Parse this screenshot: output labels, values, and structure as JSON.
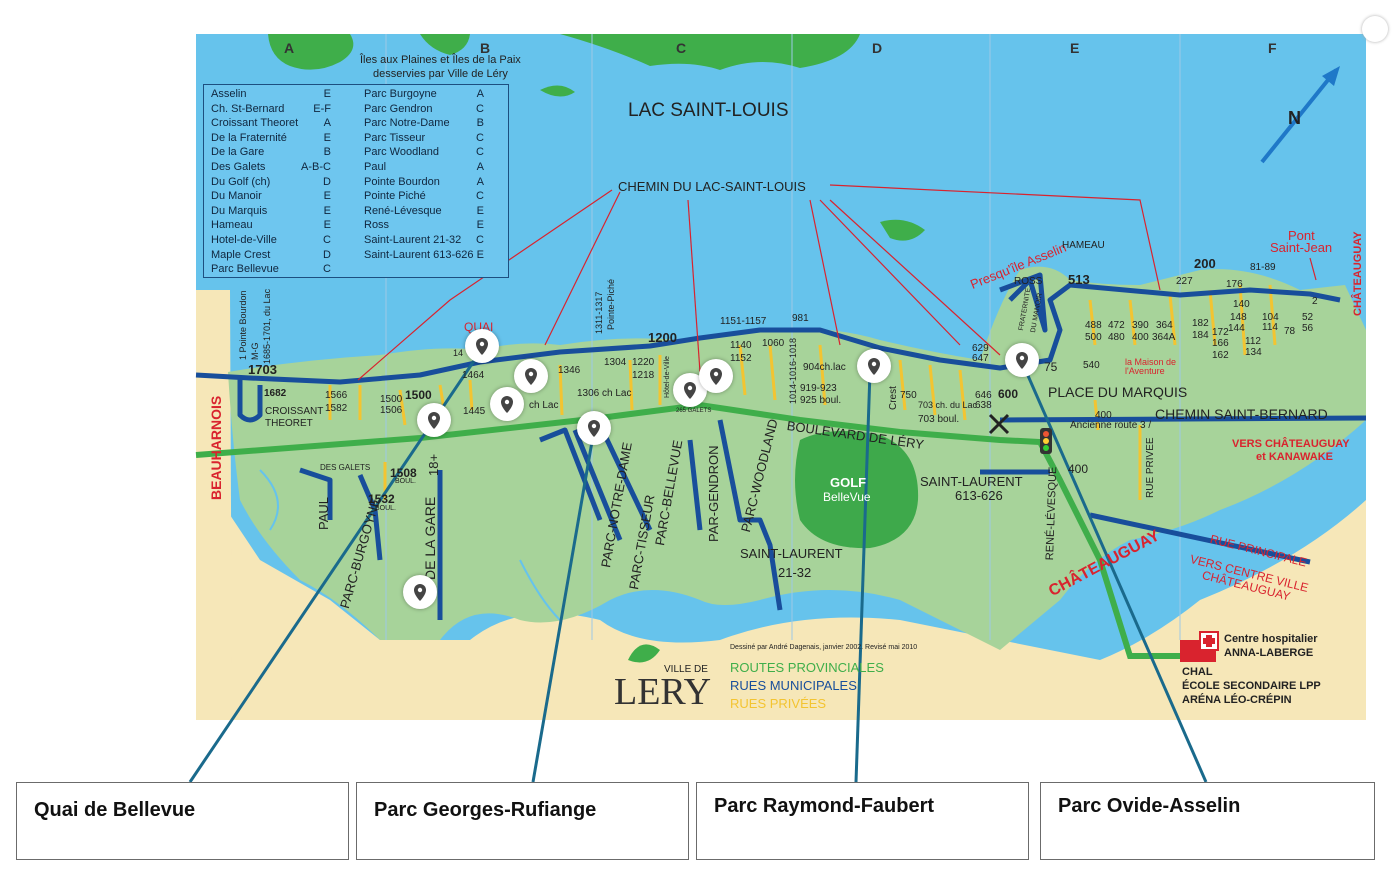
{
  "map": {
    "lake_name": "LAC SAINT-LOUIS",
    "islands_note": [
      "Îles aux Plaines et Îles de la Paix",
      "desservies par Ville de Léry"
    ],
    "chemin_lac": "CHEMIN DU LAC-SAINT-LOUIS",
    "north": "N",
    "columns": [
      "A",
      "B",
      "C",
      "D",
      "E",
      "F"
    ],
    "index_left": [
      [
        "Asselin",
        "E"
      ],
      [
        "Ch. St-Bernard",
        "E-F"
      ],
      [
        "Croissant Theoret",
        "A"
      ],
      [
        "De la Fraternité",
        "E"
      ],
      [
        "De la Gare",
        "B"
      ],
      [
        "Des Galets",
        "A-B-C"
      ],
      [
        "Du Golf (ch)",
        "D"
      ],
      [
        "Du Manoir",
        "E"
      ],
      [
        "Du Marquis",
        "E"
      ],
      [
        "Hameau",
        "E"
      ],
      [
        "Hotel-de-Ville",
        "C"
      ],
      [
        "Maple Crest",
        "D"
      ],
      [
        "Parc Bellevue",
        "C"
      ]
    ],
    "index_right": [
      [
        "Parc Burgoyne",
        "A"
      ],
      [
        "Parc Gendron",
        "C"
      ],
      [
        "Parc Notre-Dame",
        "B"
      ],
      [
        "Parc Tisseur",
        "C"
      ],
      [
        "Parc Woodland",
        "C"
      ],
      [
        "Paul",
        "A"
      ],
      [
        "Pointe Bourdon",
        "A"
      ],
      [
        "Pointe Piché",
        "C"
      ],
      [
        "René-Lévesque",
        "E"
      ],
      [
        "Ross",
        "E"
      ],
      [
        "Saint-Laurent 21-32",
        "C"
      ],
      [
        "Saint-Laurent 613-626",
        "E"
      ]
    ],
    "labels": {
      "beauharnois": "BEAUHARNOIS",
      "chateauguay_side": "CHÂTEAUGUAY",
      "chateauguay_road": "CHÂTEAUGUAY",
      "boulevard": "BOULEVARD DE LÉRY",
      "golf": "GOLF",
      "golf_sub": "BelleVue",
      "saint_laurent_e": "SAINT-LAURENT",
      "saint_laurent_e_num": "613-626",
      "saint_laurent_c": "SAINT-LAURENT",
      "saint_laurent_c_num": "21-32",
      "place_marquis": "PLACE DU MARQUIS",
      "chemin_st_bernard": "CHEMIN SAINT-BERNARD",
      "ancienne_route": "Ancienne route 3 /",
      "vers_chateauguay": "VERS CHÂTEAUGUAY",
      "et_kanawake": "et KANAWAKE",
      "rue_principale": "RUE PRINCIPALE",
      "vers_centre": "VERS CENTRE VILLE",
      "chateauguay_small": "CHÂTEAUGUAY",
      "pont": "Pont",
      "saint_jean": "Saint-Jean",
      "presquile": "Presqu'île Asselin",
      "hameau": "HAMEAU",
      "quai": "QUAI",
      "maison": "la Maison de l'Aventure",
      "croissant": "CROISSANT",
      "theoret": "THEORET",
      "paul": "PAUL",
      "parc_burgoyne": "PARC-BURGOYNE",
      "de_la_gare": "DE LA GARE",
      "gare_num": "18+",
      "parc_notre_dame": "PARC-NOTRE-DAME",
      "parc_tisseur": "PARC-TISSEUR",
      "parc_bellevue": "PARC-BELLEVUE",
      "parc_gendron": "PAR-GENDRON",
      "parc_woodland": "PARC-WOODLAND",
      "rene_levesque": "RENÉ-LÉVESQUE",
      "rue_privee": "RUE PRIVEE",
      "des_galets": "DES GALETS",
      "ch_lac": "ch Lac",
      "pointe_bourdon": "1 Pointe Bourdon",
      "m_g": "M-G",
      "num_1685": "1685-1701, du Lac",
      "num_1311": "1311-1317",
      "pointe_piche": "Pointe-Piché",
      "hotel_ville": "Hôtel-de-Ville",
      "num_1014": "1014-1016-1018",
      "crest": "Crest",
      "ross": "ROSS",
      "fraternite": "FRATERNITE",
      "du_manoir": "DU MANOIR",
      "hospital_1": "Centre hospitalier",
      "hospital_2": "ANNA-LABERGE",
      "chal": "CHAL",
      "ecole": "ÉCOLE SECONDAIRE LPP",
      "arena": "ARÉNA LÉO-CRÉPIN",
      "credit": "Dessiné par André Dagenais, janvier 2002. Revisé mai 2010",
      "ville_de": "VILLE DE",
      "lery": "LERY",
      "legend_prov": "ROUTES PROVINCIALES",
      "legend_mun": "RUES MUNICIPALES",
      "legend_priv": "RUES PRIVÉES"
    },
    "numbers": [
      {
        "t": "1703",
        "b": true
      },
      {
        "t": "1682",
        "b": true
      },
      {
        "t": "1566"
      },
      {
        "t": "1582"
      },
      {
        "t": "1500",
        "b": true
      },
      {
        "t": "1500"
      },
      {
        "t": "1506"
      },
      {
        "t": "1445"
      },
      {
        "t": "14"
      },
      {
        "t": "1464"
      },
      {
        "t": "1346"
      },
      {
        "t": "1304"
      },
      {
        "t": "1220"
      },
      {
        "t": "1218"
      },
      {
        "t": "1306 ch Lac"
      },
      {
        "t": "1200",
        "b": true
      },
      {
        "t": "1151-1157"
      },
      {
        "t": "981"
      },
      {
        "t": "1060"
      },
      {
        "t": "1140"
      },
      {
        "t": "1152"
      },
      {
        "t": "904ch.lac"
      },
      {
        "t": "919-923"
      },
      {
        "t": "925 boul."
      },
      {
        "t": "750"
      },
      {
        "t": "703 ch. du Lac"
      },
      {
        "t": "703 boul."
      },
      {
        "t": "629"
      },
      {
        "t": "647"
      },
      {
        "t": "646"
      },
      {
        "t": "638"
      },
      {
        "t": "600",
        "b": true
      },
      {
        "t": "75"
      },
      {
        "t": "540"
      },
      {
        "t": "400"
      },
      {
        "t": "400"
      },
      {
        "t": "513",
        "b": true
      },
      {
        "t": "488"
      },
      {
        "t": "500"
      },
      {
        "t": "472"
      },
      {
        "t": "480"
      },
      {
        "t": "390"
      },
      {
        "t": "400"
      },
      {
        "t": "364"
      },
      {
        "t": "364A"
      },
      {
        "t": "227"
      },
      {
        "t": "200",
        "b": true
      },
      {
        "t": "176"
      },
      {
        "t": "81-89"
      },
      {
        "t": "140"
      },
      {
        "t": "148"
      },
      {
        "t": "144"
      },
      {
        "t": "182"
      },
      {
        "t": "184"
      },
      {
        "t": "172"
      },
      {
        "t": "166"
      },
      {
        "t": "162"
      },
      {
        "t": "112"
      },
      {
        "t": "134"
      },
      {
        "t": "104"
      },
      {
        "t": "114"
      },
      {
        "t": "78"
      },
      {
        "t": "52"
      },
      {
        "t": "56"
      },
      {
        "t": "2"
      },
      {
        "t": "1508",
        "b": true
      },
      {
        "t": "BOUL."
      },
      {
        "t": "1532",
        "b": true
      },
      {
        "t": "BOUL."
      },
      {
        "t": "265 GALETS"
      }
    ]
  },
  "callouts": [
    {
      "label": "Quai de Bellevue"
    },
    {
      "label": "Parc Georges-Rufiange"
    },
    {
      "label": "Parc Raymond-Faubert"
    },
    {
      "label": "Parc Ovide-Asselin"
    }
  ]
}
